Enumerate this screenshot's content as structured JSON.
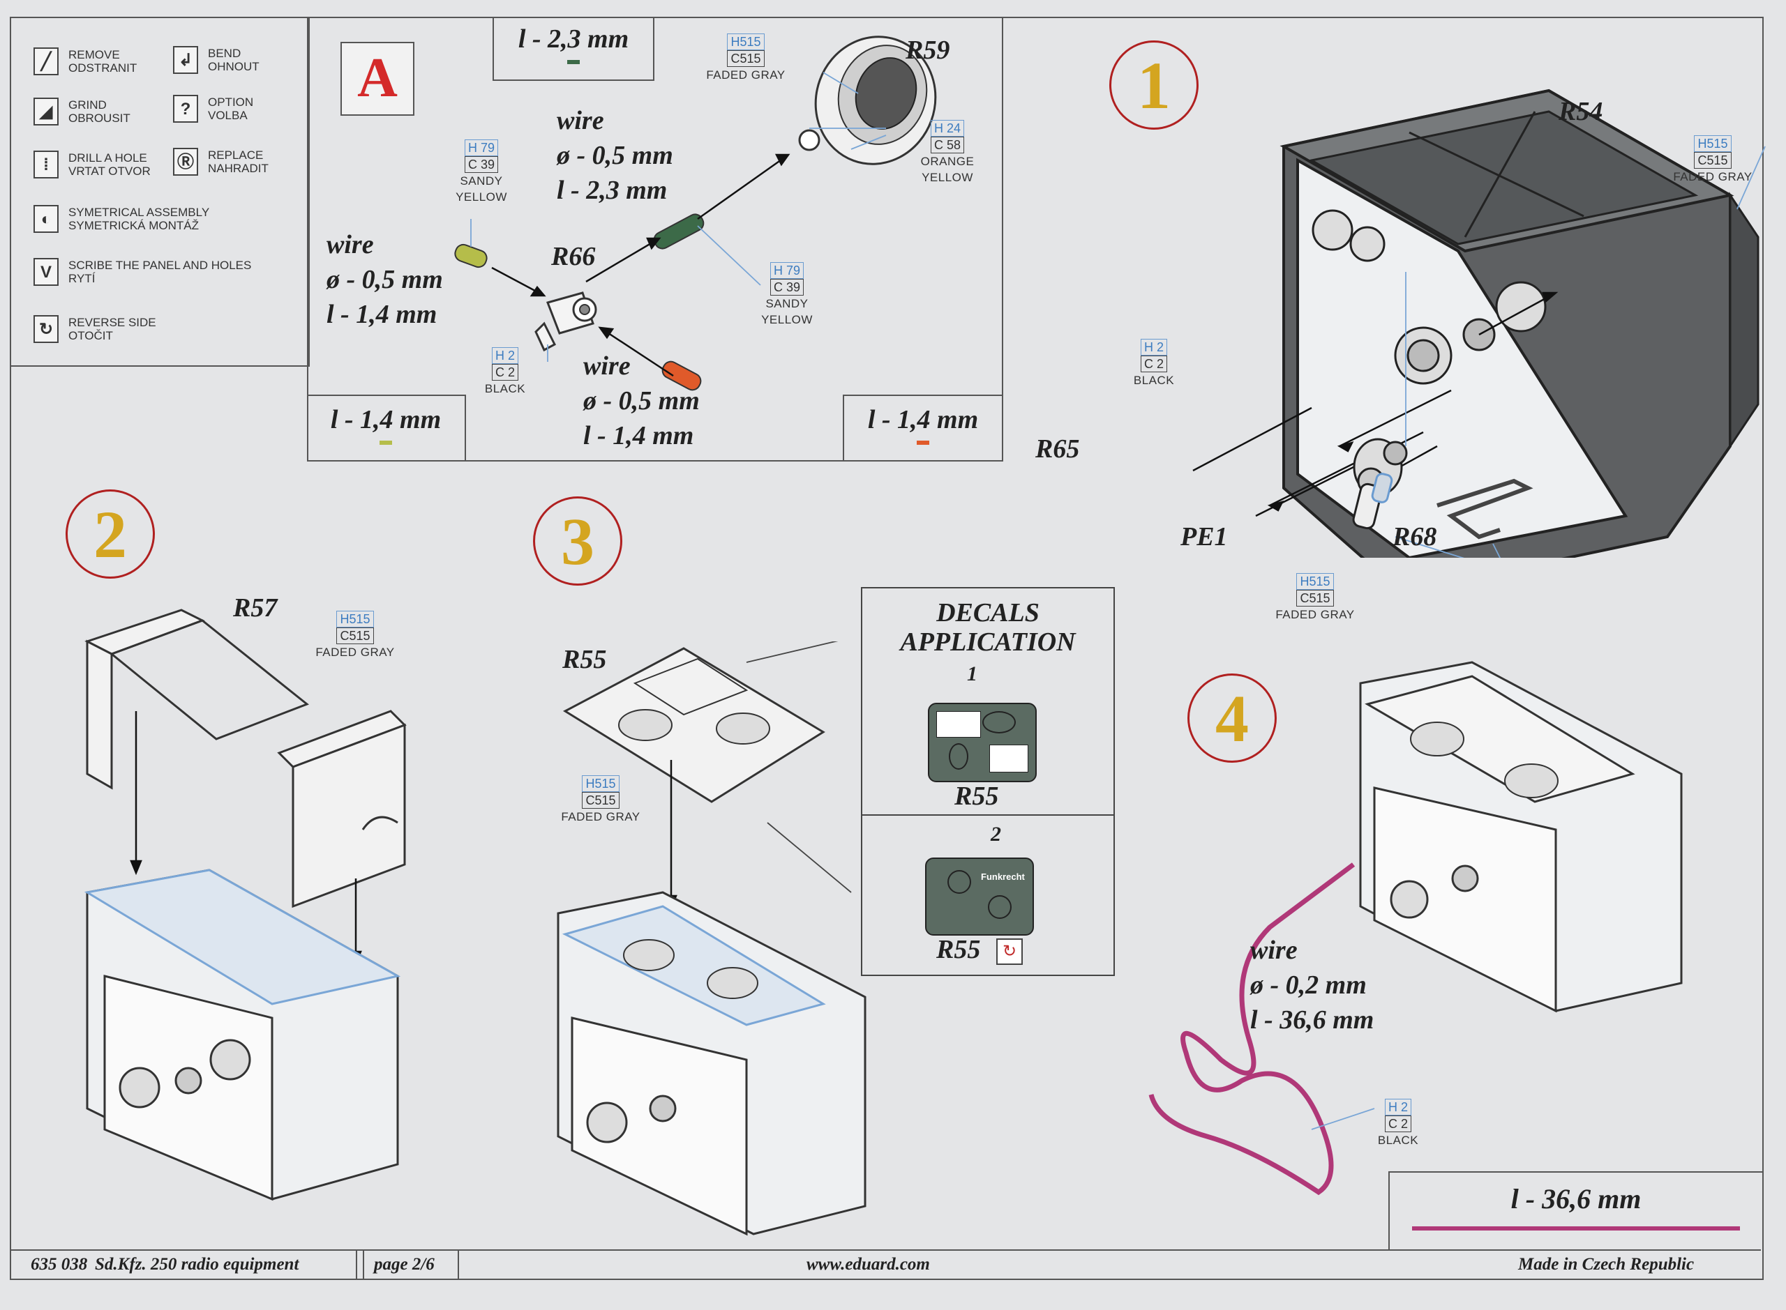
{
  "legend": [
    {
      "icon": "remove-icon",
      "glyph": "╱",
      "en": "REMOVE",
      "cz": "ODSTRANIT"
    },
    {
      "icon": "bend-icon",
      "glyph": "↲",
      "en": "BEND",
      "cz": "OHNOUT"
    },
    {
      "icon": "grind-icon",
      "glyph": "◢",
      "en": "GRIND",
      "cz": "OBROUSIT"
    },
    {
      "icon": "option-icon",
      "glyph": "?",
      "en": "OPTION",
      "cz": "VOLBA"
    },
    {
      "icon": "drill-icon",
      "glyph": "⁞",
      "en": "DRILL A HOLE",
      "cz": "VRTAT OTVOR"
    },
    {
      "icon": "replace-icon",
      "glyph": "Ⓡ",
      "en": "REPLACE",
      "cz": "NAHRADIT"
    },
    {
      "icon": "symmetrical-icon",
      "glyph": "◐",
      "en": "SYMETRICAL ASSEMBLY",
      "cz": "SYMETRICKÁ MONTÁŽ"
    },
    {
      "icon": "scribe-icon",
      "glyph": "V",
      "en": "SCRIBE THE PANEL AND HOLES",
      "cz": "RYTÍ"
    },
    {
      "icon": "reverse-icon",
      "glyph": "↻",
      "en": "REVERSE SIDE",
      "cz": "OTOČIT"
    }
  ],
  "sectionA": {
    "letter": "A",
    "top_length": "l - 2,3 mm",
    "left_length": "l - 1,4 mm",
    "right_length": "l - 1,4 mm",
    "wire1": {
      "a": "wire",
      "b": "ø - 0,5 mm",
      "c": "l - 1,4 mm"
    },
    "wire2": {
      "a": "wire",
      "b": "ø - 0,5 mm",
      "c": "l - 2,3 mm"
    },
    "wire3": {
      "a": "wire",
      "b": "ø - 0,5 mm",
      "c": "l - 1,4 mm"
    },
    "parts": {
      "r59": "R59",
      "r66": "R66"
    },
    "colors": {
      "sandy1": {
        "h": "H 79",
        "c": "C 39",
        "n1": "SANDY",
        "n2": "YELLOW"
      },
      "sandy2": {
        "h": "H 79",
        "c": "C 39",
        "n1": "SANDY",
        "n2": "YELLOW"
      },
      "black": {
        "h": "H 2",
        "c": "C 2",
        "n1": "BLACK"
      },
      "gray": {
        "h": "H515",
        "c": "C515",
        "n1": "FADED GRAY"
      },
      "orange": {
        "h": "H 24",
        "c": "C 58",
        "n1": "ORANGE",
        "n2": "YELLOW"
      }
    }
  },
  "step1": {
    "num": "1",
    "parts": {
      "r54": "R54",
      "r65": "R65",
      "pe1": "PE1",
      "r68": "R68"
    },
    "c_gray1": {
      "h": "H515",
      "c": "C515",
      "n1": "FADED GRAY"
    },
    "c_black": {
      "h": "H 2",
      "c": "C 2",
      "n1": "BLACK"
    },
    "c_gray2": {
      "h": "H515",
      "c": "C515",
      "n1": "FADED GRAY"
    }
  },
  "step2": {
    "num": "2",
    "part": "R57",
    "color": {
      "h": "H515",
      "c": "C515",
      "n1": "FADED GRAY"
    }
  },
  "step3": {
    "num": "3",
    "part": "R55",
    "color": {
      "h": "H515",
      "c": "C515",
      "n1": "FADED GRAY"
    }
  },
  "decals": {
    "title1": "DECALS",
    "title2": "APPLICATION",
    "d1_num": "1",
    "d1_part": "R55",
    "d2_num": "2",
    "d2_part": "R55",
    "d2_text": "Funkrecht"
  },
  "step4": {
    "num": "4",
    "wire": {
      "a": "wire",
      "b": "ø - 0,2 mm",
      "c": "l - 36,6 mm"
    },
    "color": {
      "h": "H 2",
      "c": "C 2",
      "n1": "BLACK"
    },
    "length": "l - 36,6 mm"
  },
  "footer": {
    "code": "635 038",
    "title": "Sd.Kfz. 250 radio equipment",
    "page": "page 2/6",
    "url": "www.eduard.com",
    "made": "Made in Czech Republic"
  }
}
